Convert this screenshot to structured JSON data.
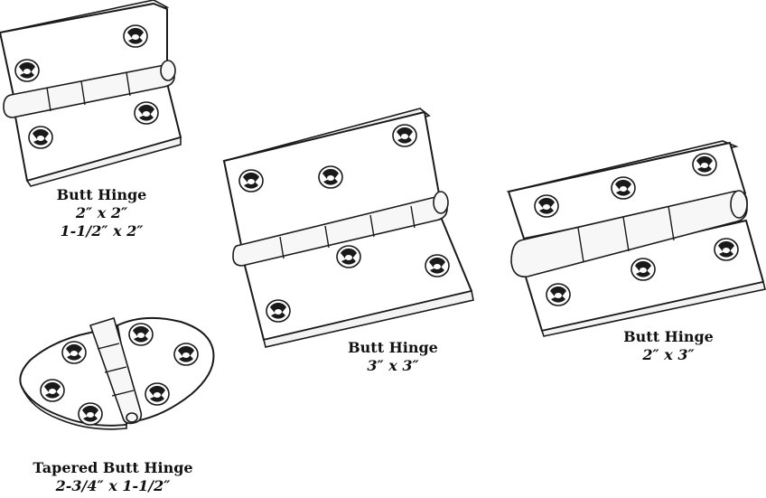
{
  "hinges": [
    {
      "name": "Butt Hinge",
      "sizes": [
        "2″ x 2″",
        "1-1/2″ x 2″"
      ]
    },
    {
      "name": "Butt Hinge",
      "sizes": [
        "3″ x 3″"
      ]
    },
    {
      "name": "Butt Hinge",
      "sizes": [
        "2″ x 3″"
      ]
    },
    {
      "name": "Tapered Butt Hinge",
      "sizes": [
        "2-3/4″ x 1-1/2″"
      ]
    }
  ]
}
